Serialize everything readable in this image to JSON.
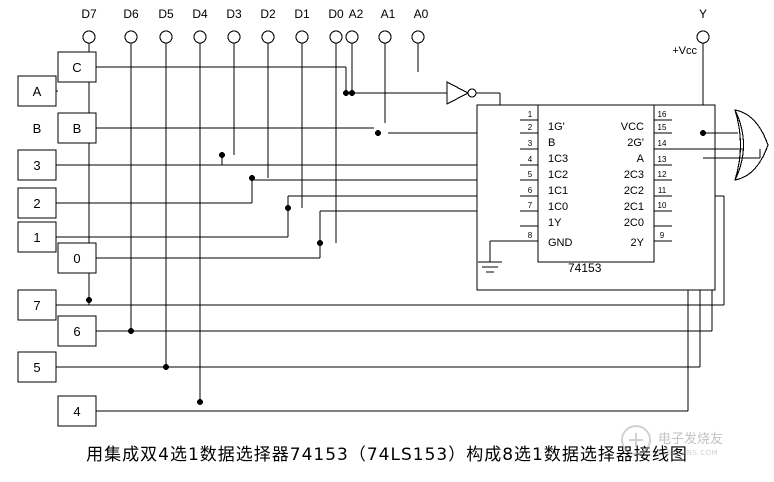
{
  "figure": {
    "caption": "用集成双4选1数据选择器74153（74LS153）构成8选1数据选择器接线图",
    "watermark_text": "电子发烧友",
    "watermark_sub": "ELECFANS.COM"
  },
  "top_bus_labels": [
    "D7",
    "D6",
    "D5",
    "D4",
    "D3",
    "D2",
    "D1",
    "D0",
    "A2",
    "A1",
    "A0"
  ],
  "output_label": "Y",
  "power_label": "+Vcc",
  "left_boxes": [
    {
      "label": "A"
    },
    {
      "label": "B"
    },
    {
      "label": "3"
    },
    {
      "label": "2"
    },
    {
      "label": "1"
    },
    {
      "label": "7"
    },
    {
      "label": "5"
    }
  ],
  "inner_boxes": [
    {
      "label": "C"
    },
    {
      "label": "B"
    },
    {
      "label": "0"
    },
    {
      "label": "6"
    },
    {
      "label": "4"
    }
  ],
  "chip": {
    "name": "74153",
    "left_pins": [
      {
        "num": "1",
        "label": "1G'"
      },
      {
        "num": "2",
        "label": "B"
      },
      {
        "num": "3",
        "label": "1C3"
      },
      {
        "num": "4",
        "label": "1C2"
      },
      {
        "num": "5",
        "label": "1C1"
      },
      {
        "num": "6",
        "label": "1C0"
      },
      {
        "num": "7",
        "label": "1Y"
      },
      {
        "num": "8",
        "label": "GND"
      }
    ],
    "right_pins": [
      {
        "num": "16",
        "label": "VCC"
      },
      {
        "num": "15",
        "label": "2G'"
      },
      {
        "num": "14",
        "label": "A"
      },
      {
        "num": "13",
        "label": "2C3"
      },
      {
        "num": "12",
        "label": "2C2"
      },
      {
        "num": "11",
        "label": "2C1"
      },
      {
        "num": "10",
        "label": "2C0"
      },
      {
        "num": "9",
        "label": "2Y"
      }
    ]
  },
  "symbols": {
    "inverter": "inverter-triangle-with-bubble",
    "or_gate": "or-gate",
    "ground": "ground-symbol"
  },
  "colors": {
    "line": "#000000",
    "background": "#ffffff",
    "text": "#000000"
  }
}
